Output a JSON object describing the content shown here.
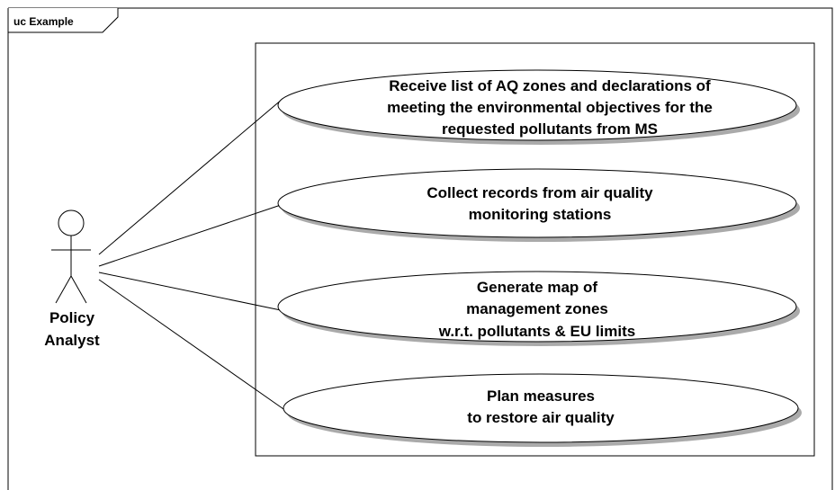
{
  "frame": {
    "title": "uc Example"
  },
  "actor": {
    "name_line1": "Policy",
    "name_line2": "Analyst"
  },
  "use_cases": [
    {
      "lines": [
        "Receive list of AQ zones and declarations of",
        "meeting the environmental objectives for the",
        "requested pollutants from MS"
      ]
    },
    {
      "lines": [
        "Collect records from air quality",
        "monitoring stations"
      ]
    },
    {
      "lines": [
        "Generate map of",
        "management zones",
        "w.r.t. pollutants & EU limits"
      ]
    },
    {
      "lines": [
        "Plan measures",
        "to restore air quality"
      ]
    }
  ],
  "colors": {
    "stroke": "#000000",
    "shadow": "#aaaaaa",
    "fill": "#ffffff"
  }
}
